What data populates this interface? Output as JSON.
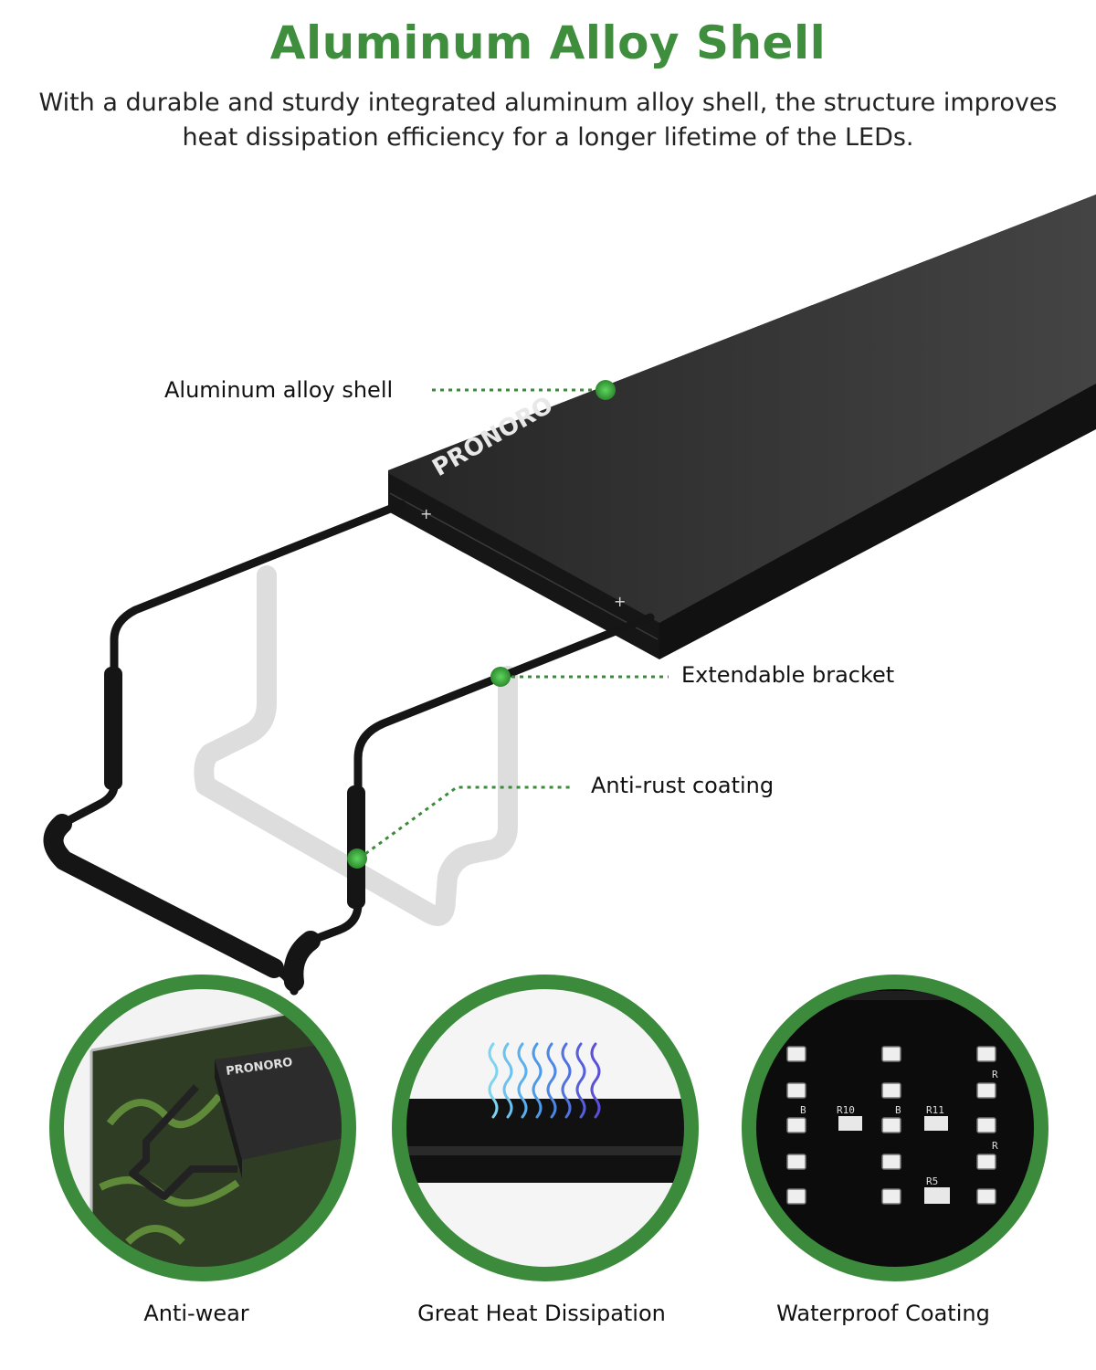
{
  "header": {
    "title": "Aluminum Alloy Shell",
    "subtitle": "With a durable and sturdy integrated aluminum alloy shell, the structure improves heat dissipation efficiency for a longer lifetime of the LEDs."
  },
  "product": {
    "brand": "PRONORO"
  },
  "callouts": [
    {
      "label": "Aluminum alloy shell"
    },
    {
      "label": "Extendable bracket"
    },
    {
      "label": "Anti-rust coating"
    }
  ],
  "features": [
    {
      "label": "Anti-wear"
    },
    {
      "label": "Great Heat Dissipation"
    },
    {
      "label": "Waterproof Coating"
    }
  ],
  "pcb_labels": [
    "B",
    "R10",
    "B",
    "R11",
    "R5",
    "R",
    "R"
  ],
  "colors": {
    "accent_green": "#3e8e3e",
    "ring_green": "#3c8a3c",
    "shell": "#2a2a2a"
  }
}
